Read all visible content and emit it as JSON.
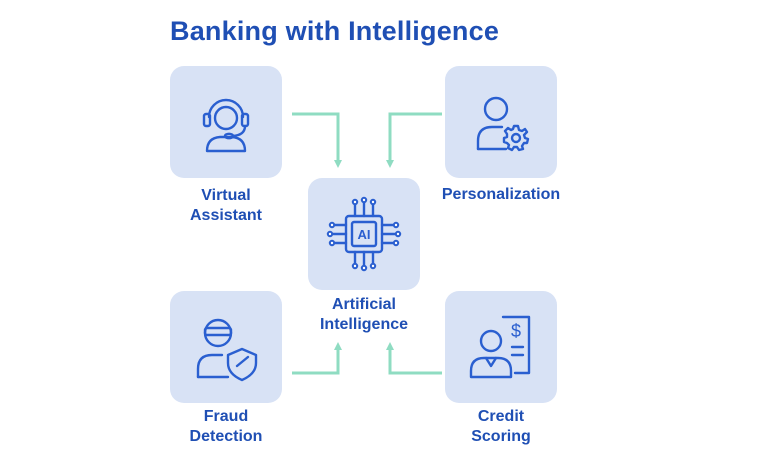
{
  "title": "Banking with Intelligence",
  "center": {
    "chip_text": "AI",
    "label_line1": "Artificial",
    "label_line2": "Intelligence",
    "icon": "ai-chip-icon"
  },
  "nodes": {
    "virtual_assistant": {
      "line1": "Virtual",
      "line2": "Assistant",
      "icon": "headset-agent-icon"
    },
    "personalization": {
      "line1": "Personalization",
      "icon": "user-gear-icon"
    },
    "fraud_detection": {
      "line1": "Fraud",
      "line2": "Detection",
      "icon": "masked-person-shield-icon"
    },
    "credit_scoring": {
      "line1": "Credit",
      "line2": "Scoring",
      "icon": "person-dollar-document-icon"
    }
  },
  "colors": {
    "accent": "#1f4fb4",
    "tile": "#d8e2f5",
    "arrow": "#8fdcc2"
  }
}
